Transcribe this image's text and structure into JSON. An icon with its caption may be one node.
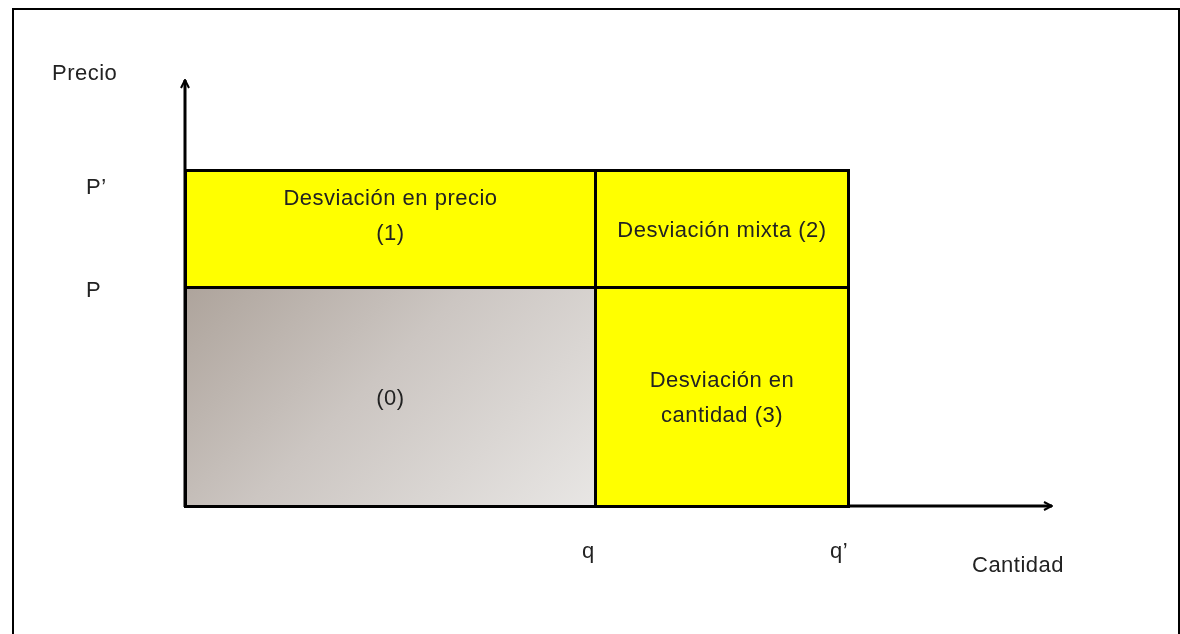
{
  "diagram": {
    "nodes": [
      {
        "text": [
          "Desviación en precio (1)"
        ]
      },
      {
        "text": [
          "Desviación mixta (2)"
        ]
      },
      {
        "text": [
          "(0)"
        ]
      },
      {
        "text": [
          "Desviación en cantidad (3)"
        ]
      }
    ],
    "labels": [
      "Precio",
      "P’",
      "P",
      "q",
      "q’",
      "Cantidad"
    ]
  }
}
